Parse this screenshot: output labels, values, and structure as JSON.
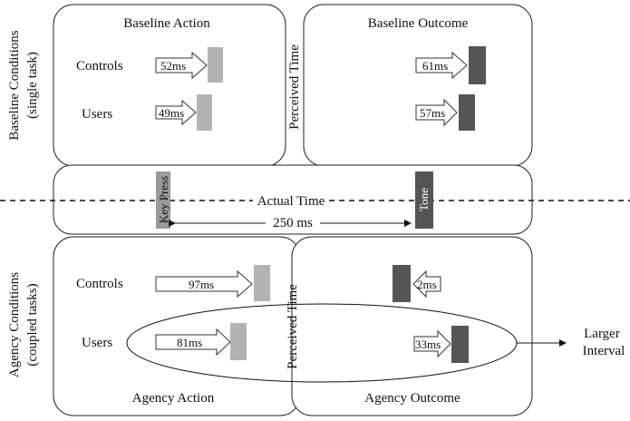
{
  "baseline": {
    "side_label": "Baseline Conditions",
    "side_sublabel": "(single task)",
    "action_title": "Baseline Action",
    "outcome_title": "Baseline Outcome",
    "controls_label": "Controls",
    "users_label": "Users",
    "action_controls_ms": "52ms",
    "action_users_ms": "49ms",
    "outcome_controls_ms": "61ms",
    "outcome_users_ms": "57ms"
  },
  "perceived_time_label": "Perceived Time",
  "actual": {
    "label": "Actual Time",
    "keypress_label": "Key Press",
    "tone_label": "Tone",
    "interval_label": "250 ms"
  },
  "agency": {
    "side_label": "Agency Conditions",
    "side_sublabel": "(coupled tasks)",
    "action_title": "Agency Action",
    "outcome_title": "Agency Outcome",
    "controls_label": "Controls",
    "users_label": "Users",
    "action_controls_ms": "97ms",
    "action_users_ms": "81ms",
    "outcome_controls_ms": "2ms",
    "outcome_users_ms": "33ms"
  },
  "larger_interval": {
    "line1": "Larger",
    "line2": "Interval"
  },
  "colors": {
    "action_bar": "#b3b3b3",
    "outcome_bar": "#555555",
    "keypress_bar": "#9a9a9a",
    "tone_bar": "#555555"
  }
}
